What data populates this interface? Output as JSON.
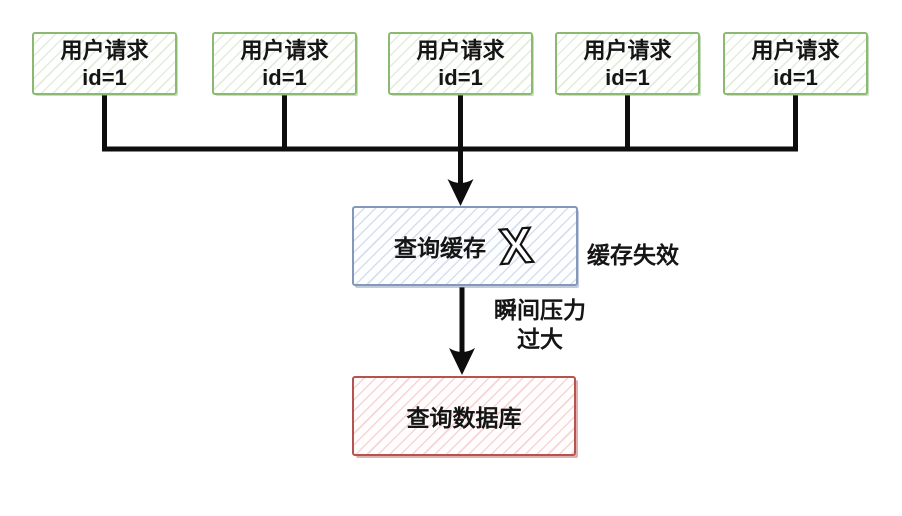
{
  "request_boxes": [
    {
      "title": "用户请求",
      "subtitle": "id=1"
    },
    {
      "title": "用户请求",
      "subtitle": "id=1"
    },
    {
      "title": "用户请求",
      "subtitle": "id=1"
    },
    {
      "title": "用户请求",
      "subtitle": "id=1"
    },
    {
      "title": "用户请求",
      "subtitle": "id=1"
    }
  ],
  "cache_box": {
    "label": "查询缓存",
    "fail_mark": "X"
  },
  "annotations": {
    "cache_status": "缓存失效",
    "pressure_line1": "瞬间压力",
    "pressure_line2": "过大"
  },
  "database_box": {
    "label": "查询数据库"
  },
  "colors": {
    "request_border": "#8ab970",
    "request_hatch": "#e2edda",
    "cache_border": "#8398ba",
    "cache_hatch": "#d7dfee",
    "database_border": "#b5534f",
    "database_hatch": "#f6d6d5",
    "connector_line": "#0d0d0d",
    "text": "#151515"
  }
}
